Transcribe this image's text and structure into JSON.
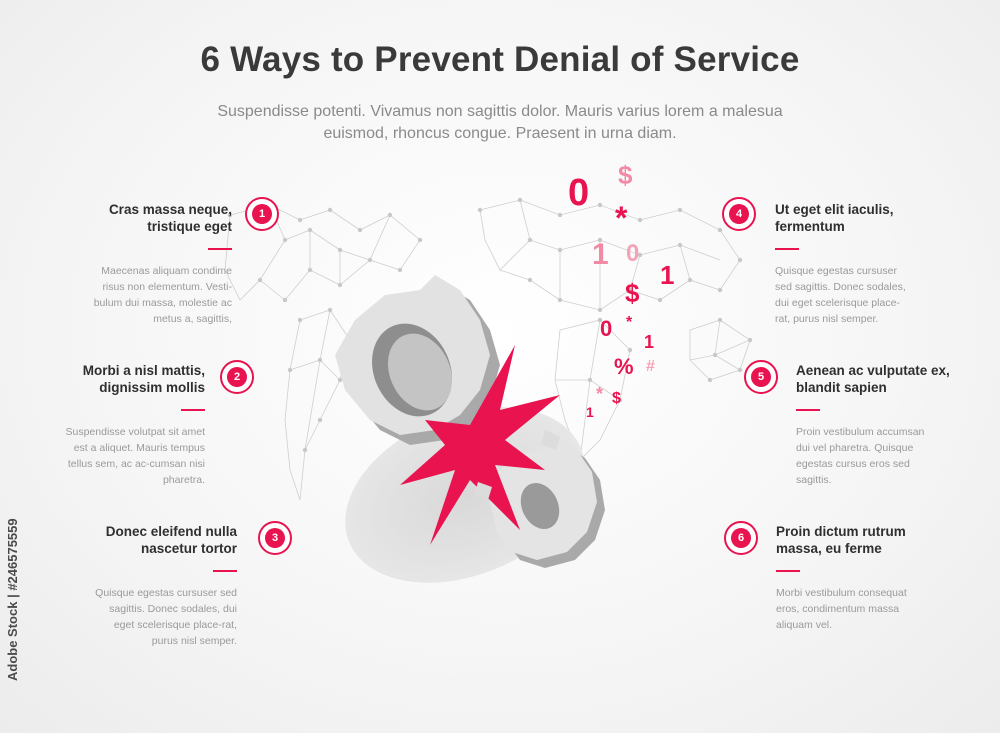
{
  "header": {
    "title": "6 Ways to Prevent Denial of Service",
    "subtitle": "Suspendisse potenti. Vivamus non sagittis dolor. Mauris varius lorem a malesua euismod, rhoncus congue. Praesent in urna diam."
  },
  "items": [
    {
      "num": "1",
      "heading": "Cras massa neque, tristique eget",
      "body": "Maecenas aliquam condime risus non elementum. Vesti-bulum dui massa, molestie ac metus a, sagittis,"
    },
    {
      "num": "2",
      "heading": "Morbi a nisl mattis, dignissim mollis",
      "body": "Suspendisse volutpat sit amet est a aliquet. Mauris tempus tellus sem, ac ac-cumsan nisi pharetra."
    },
    {
      "num": "3",
      "heading": "Donec eleifend nulla nascetur tortor",
      "body": "Quisque egestas cursuser sed sagittis. Donec sodales, dui eget scelerisque place-rat, purus nisl semper."
    },
    {
      "num": "4",
      "heading": "Ut eget elit iaculis, fermentum",
      "body": "Quisque egestas cursuser sed sagittis. Donec sodales, dui eget scelerisque place-rat, purus nisl semper."
    },
    {
      "num": "5",
      "heading": "Aenean ac vulputate ex, blandit sapien",
      "body": "Proin vestibulum accumsan dui vel pharetra. Quisque egestas cursus eros sed sagittis."
    },
    {
      "num": "6",
      "heading": "Proin dictum rutrum massa, eu ferme",
      "body": "Morbi vestibulum consequat eros, condimentum massa aliquam vel."
    }
  ],
  "symbols": {
    "g1": "0",
    "g2": "$",
    "g3": "*",
    "g4": "1",
    "g5": "0",
    "g6": "1",
    "g7": "$",
    "g8": "0",
    "g9": "*",
    "g10": "1",
    "g11": "%",
    "g12": "#",
    "g13": "*",
    "g14": "1",
    "g15": "$"
  },
  "watermark": "Adobe Stock | #246575559",
  "colors": {
    "accent": "#e8134f",
    "accent_light": "#f28aa6",
    "text_dark": "#2f2f2f",
    "text_muted": "#9a9a9a"
  }
}
